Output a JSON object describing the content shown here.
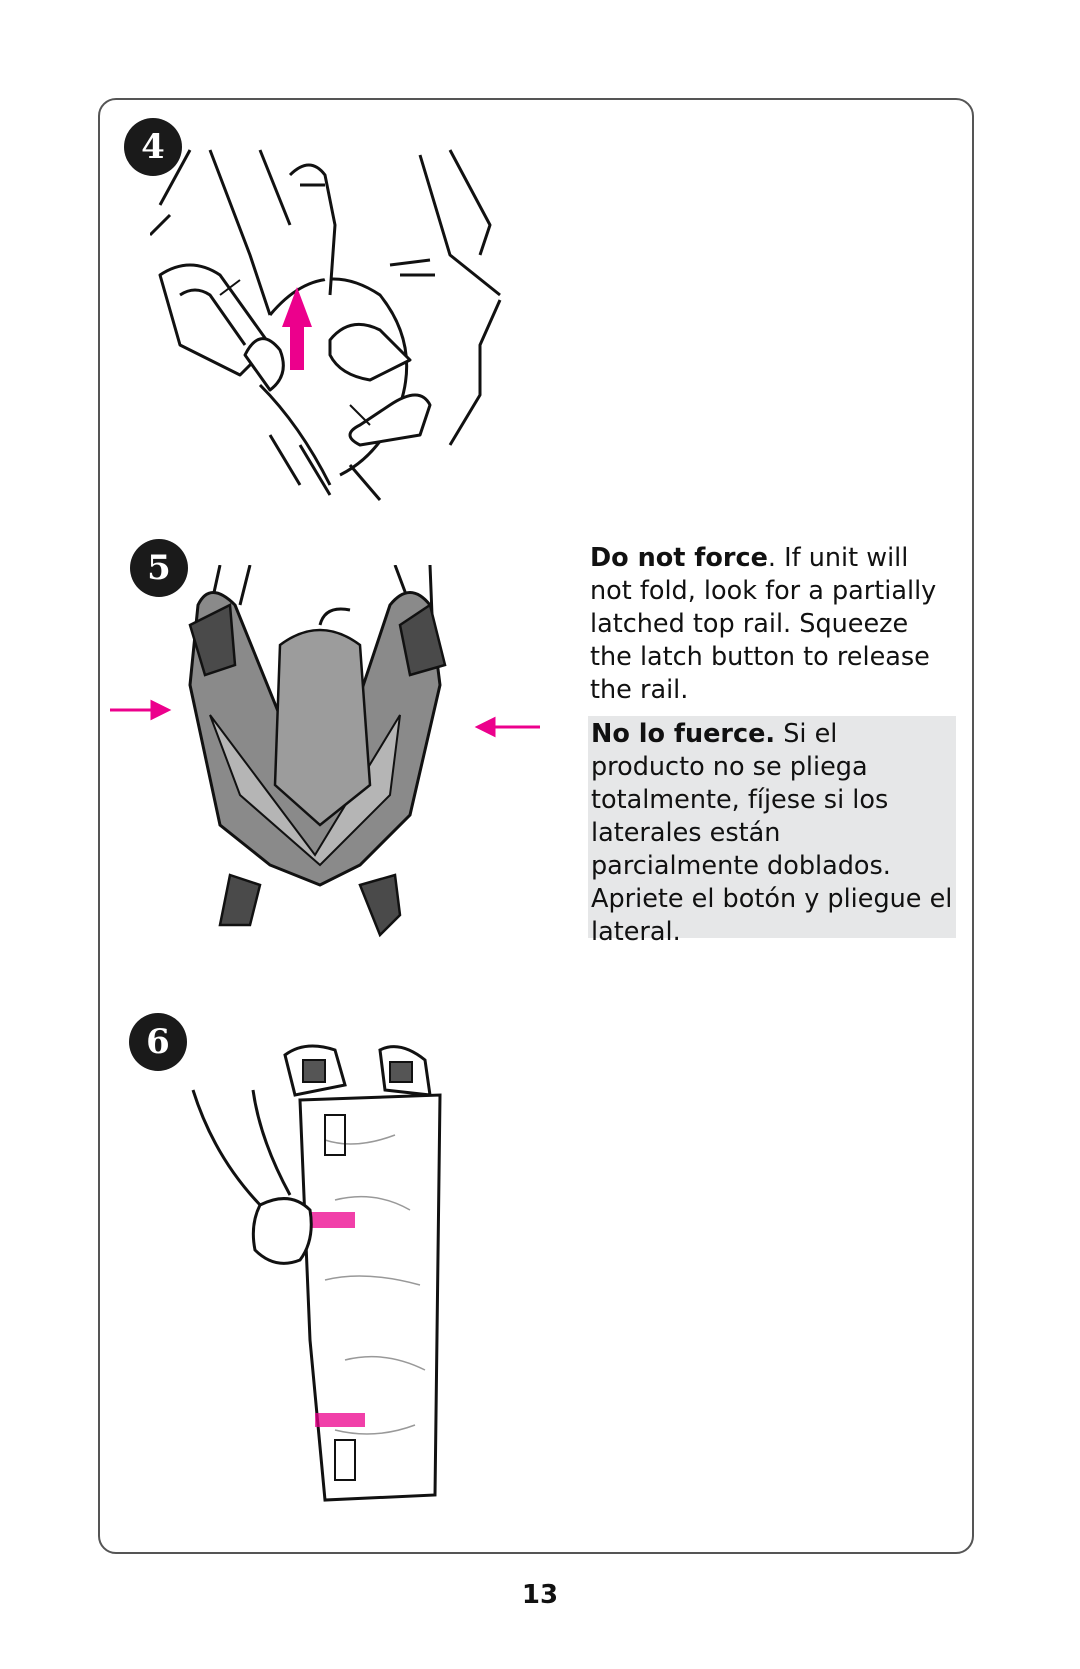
{
  "steps": [
    {
      "number": "4"
    },
    {
      "number": "5"
    },
    {
      "number": "6"
    }
  ],
  "instructions": {
    "en": {
      "bold": "Do not force",
      "rest": ". If unit will not fold, look for a partially latched top rail. Squeeze the latch button to release the rail."
    },
    "es": {
      "bold": "No lo fuerce.",
      "rest": " Si el producto no se pliega totalmente, fíjese si los laterales están parcialmente doblados. Apriete el botón y pliegue el lateral."
    }
  },
  "page_number": "13",
  "colors": {
    "accent": "#ec008c",
    "callout_bg": "#e6e7e8",
    "fabric": "#8a8a8a"
  }
}
